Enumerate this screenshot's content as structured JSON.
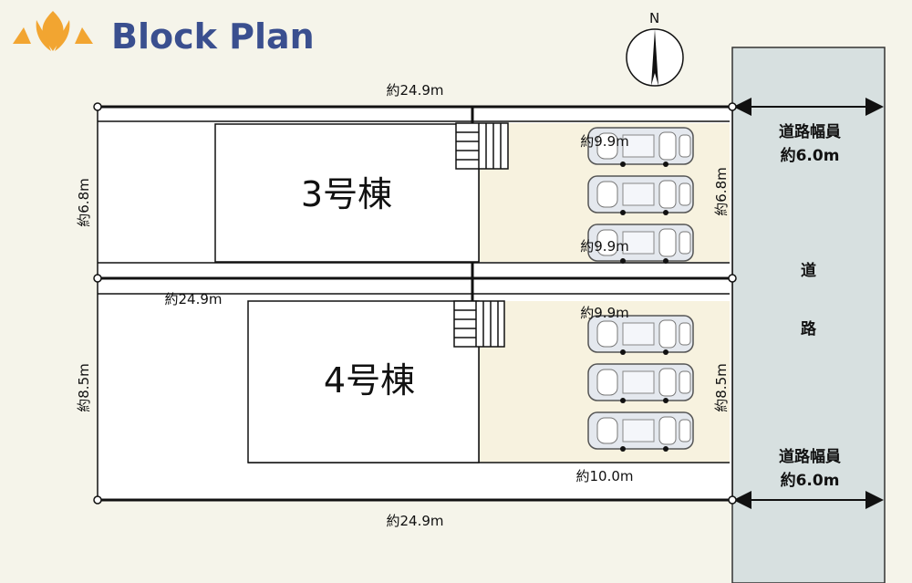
{
  "header": {
    "title": "Block Plan",
    "logo": "lotus-logo"
  },
  "compass": {
    "label": "N"
  },
  "road": {
    "name_chars": [
      "道",
      "路"
    ],
    "width_label": "道路幅員",
    "width_value": "約6.0m"
  },
  "lots": [
    {
      "name": "3号棟",
      "depth_label": "約6.8m",
      "length_label_top": "約24.9m",
      "parking_labels": [
        "約9.9m",
        "約9.9m"
      ]
    },
    {
      "name": "4号棟",
      "depth_label": "約8.5m",
      "length_label_top": "約24.9m",
      "parking_labels": [
        "約9.9m",
        "約10.0m"
      ]
    }
  ],
  "bottom_length_label": "約24.9m",
  "colors": {
    "title": "#3a4f8f",
    "logo": "#f2a531",
    "road": "#d7e0e0",
    "parking": "#f7f2df"
  }
}
